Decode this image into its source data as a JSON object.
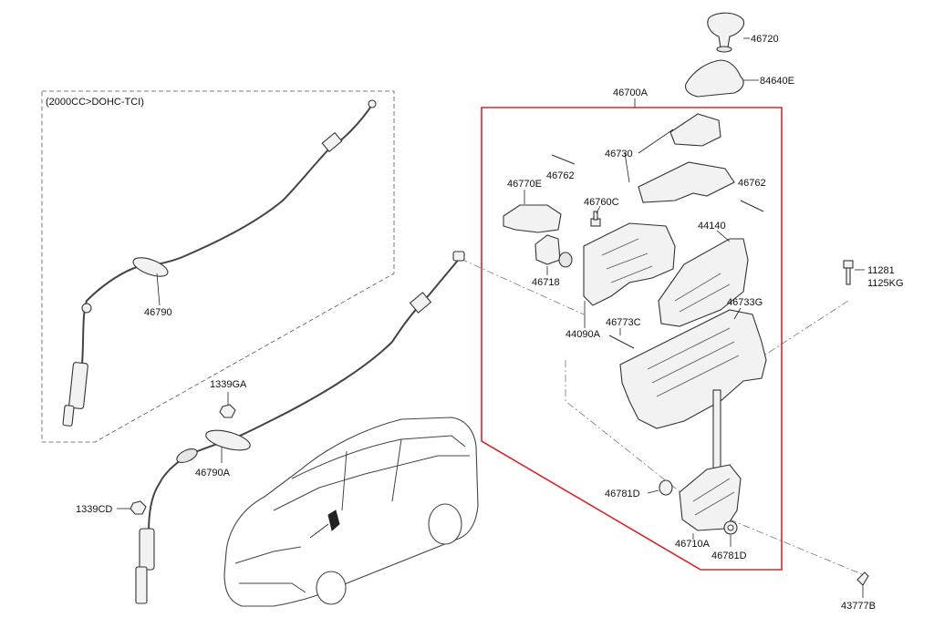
{
  "diagram": {
    "variant_note": "(2000CC>DOHC-TCI)",
    "highlight_color": "#d9262c",
    "line_color": "#333333",
    "labels": {
      "p46720": "46720",
      "p84640E": "84640E",
      "p46700A": "46700A",
      "p46730": "46730",
      "p46762_left": "46762",
      "p46762_right": "46762",
      "p46770E": "46770E",
      "p46760C": "46760C",
      "p44140": "44140",
      "p46718": "46718",
      "p46733G": "46733G",
      "p46773C": "46773C",
      "p44090A": "44090A",
      "p11281": "11281",
      "p1125KG": "1125KG",
      "p46790": "46790",
      "p1339GA": "1339GA",
      "p46790A": "46790A",
      "p1339CD": "1339CD",
      "p46781D_left": "46781D",
      "p46710A": "46710A",
      "p46781D_right": "46781D",
      "p43777B": "43777B"
    }
  }
}
